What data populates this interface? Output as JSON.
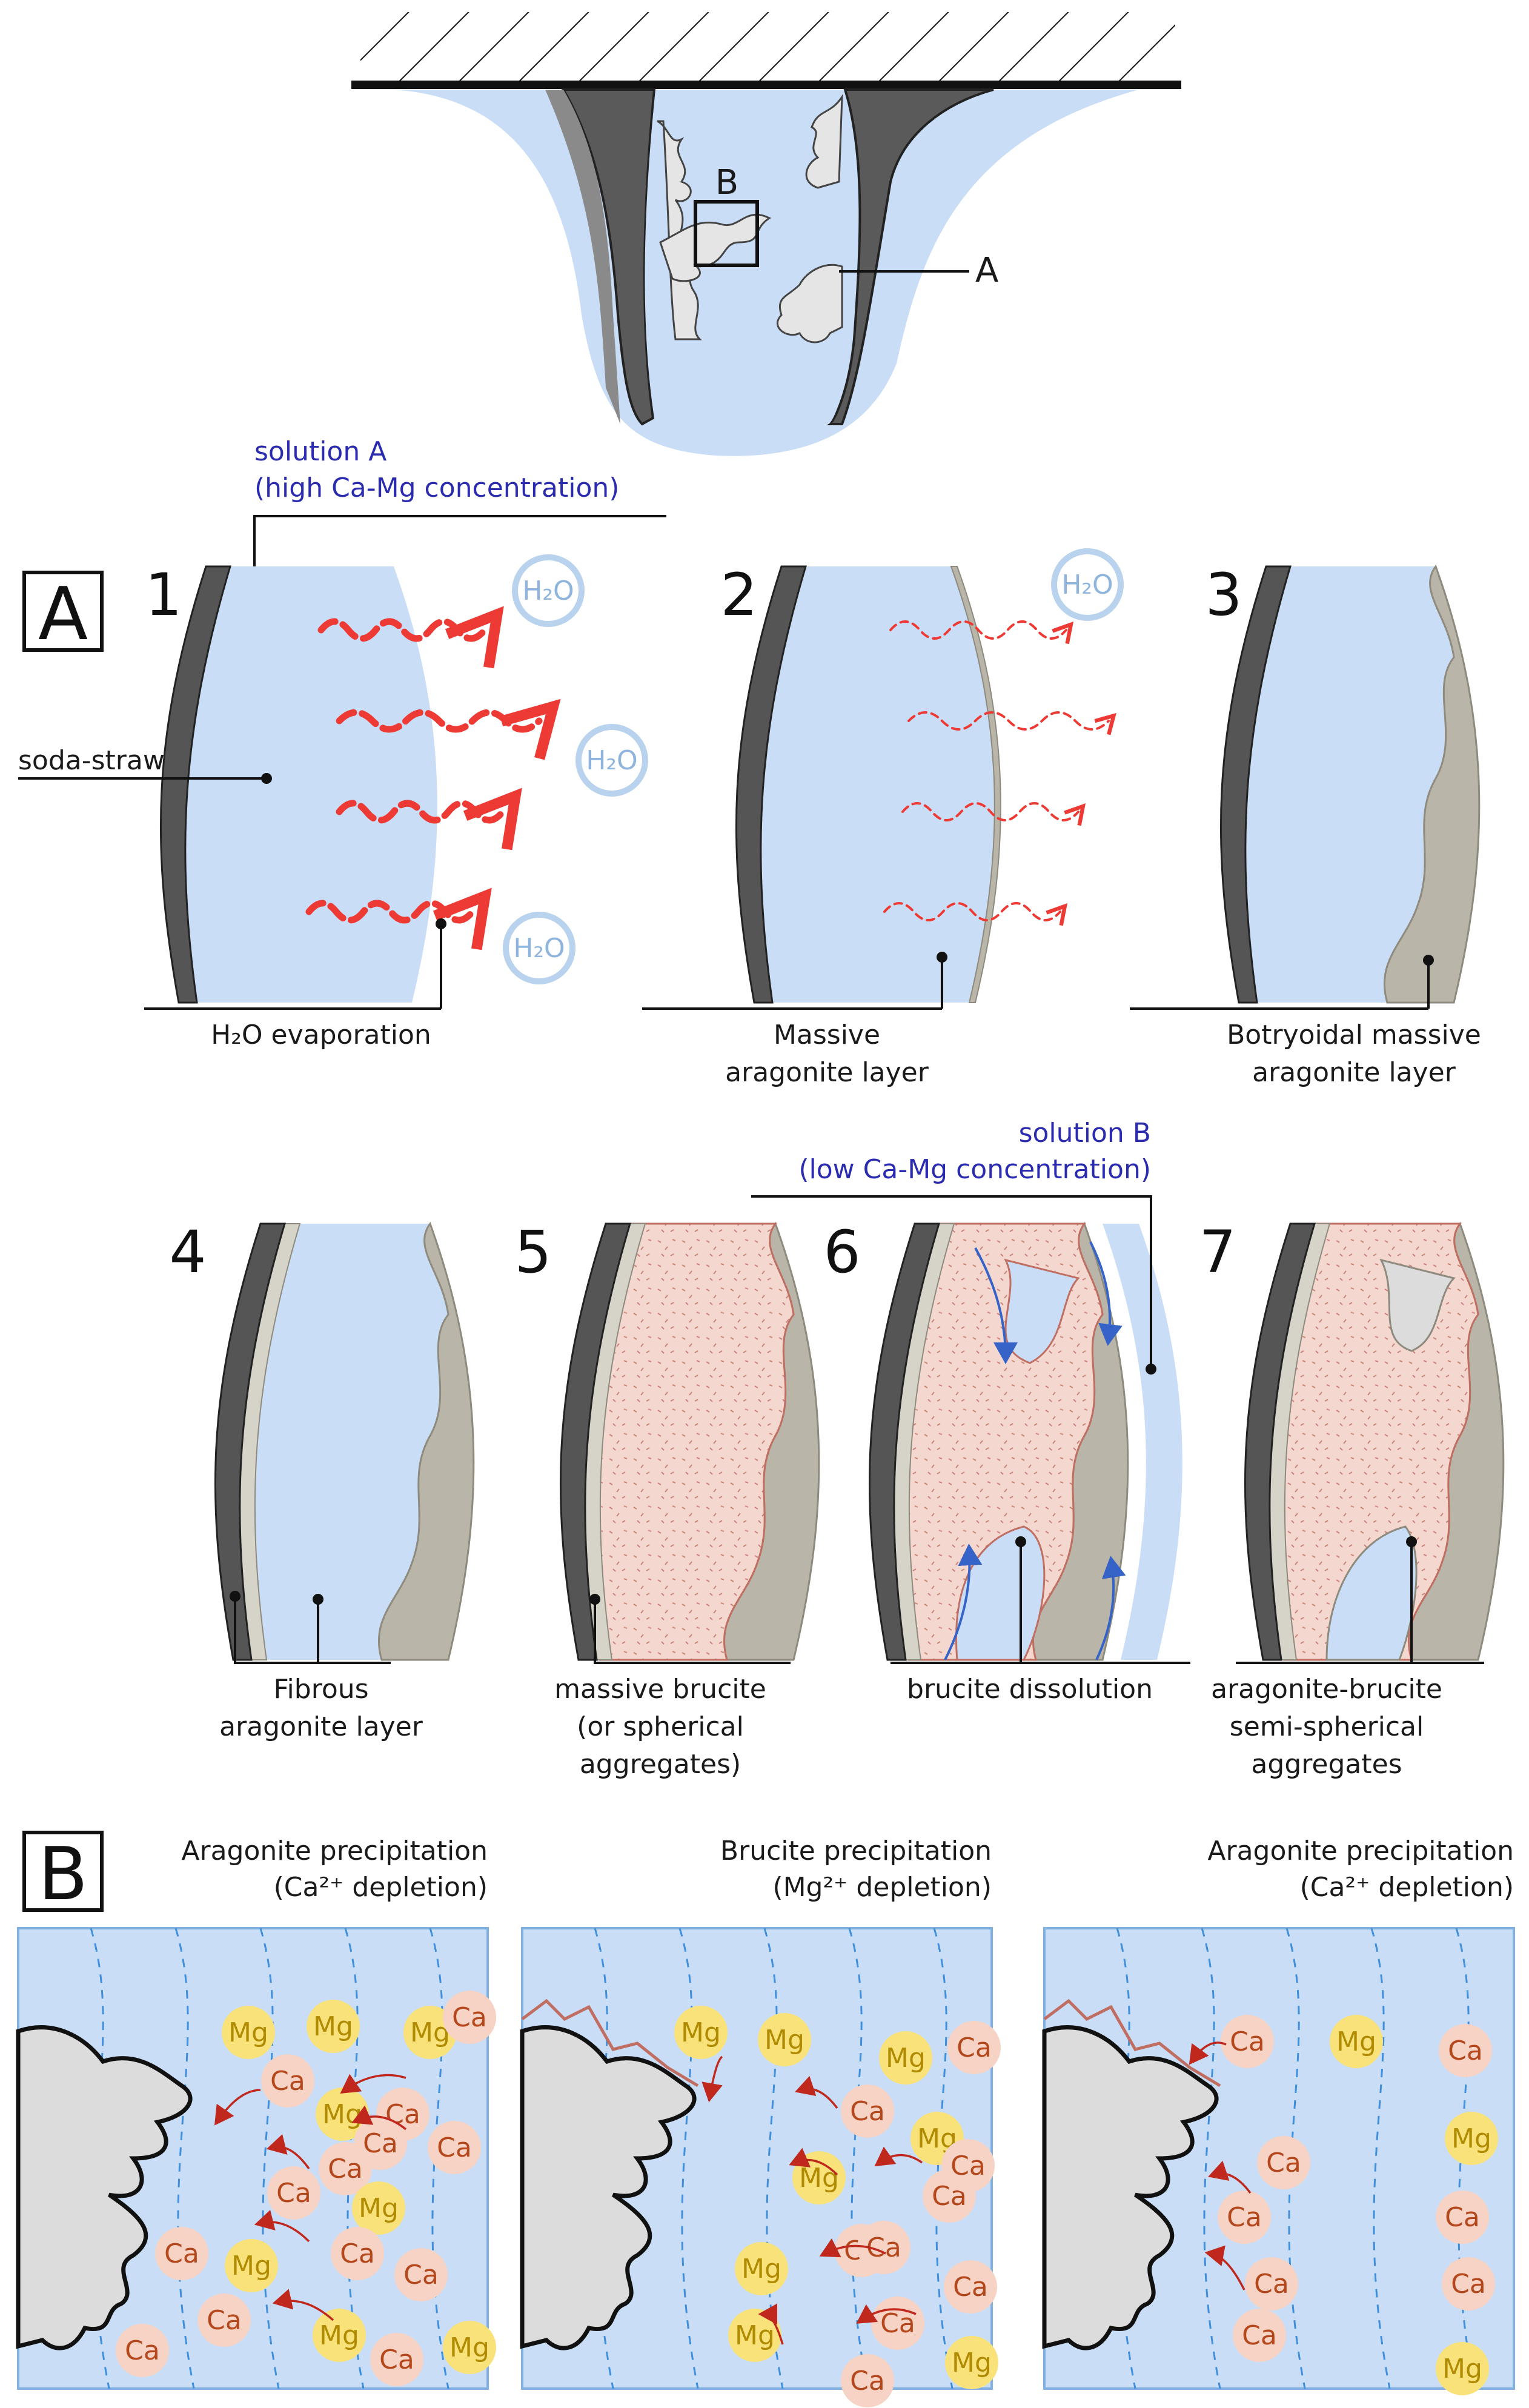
{
  "top": {
    "label_b": "B",
    "label_a": "A"
  },
  "section_a": {
    "box_label": "A",
    "solution_a": {
      "line1": "solution A",
      "line2": "(high Ca-Mg concentration)"
    },
    "solution_b": {
      "line1": "solution B",
      "line2": "(low Ca-Mg concentration)"
    },
    "water": "H₂O",
    "steps": [
      {
        "num": "1",
        "label": [
          "H₂O evaporation"
        ],
        "side_label": "soda-straw"
      },
      {
        "num": "2",
        "label": [
          "Massive",
          "aragonite layer"
        ]
      },
      {
        "num": "3",
        "label": [
          "Botryoidal massive",
          "aragonite layer"
        ]
      },
      {
        "num": "4",
        "label": [
          "Fibrous",
          "aragonite layer"
        ]
      },
      {
        "num": "5",
        "label": [
          "massive brucite",
          "(or spherical",
          "aggregates)"
        ]
      },
      {
        "num": "6",
        "label": [
          "brucite dissolution"
        ]
      },
      {
        "num": "7",
        "label": [
          "aragonite-brucite",
          "semi-spherical",
          "aggregates"
        ]
      }
    ]
  },
  "section_b": {
    "box_label": "B",
    "panels": [
      {
        "title": "Aragonite precipitation",
        "subtitle": "(Ca²⁺ depletion)"
      },
      {
        "title": "Brucite precipitation",
        "subtitle": "(Mg²⁺ depletion)"
      },
      {
        "title": "Aragonite precipitation",
        "subtitle": "(Ca²⁺ depletion)"
      }
    ],
    "ions": {
      "mg": "Mg",
      "ca": "Ca"
    }
  },
  "colors": {
    "solution": "#c9def6",
    "straw_dark": "#555555",
    "aragonite": "#b9b5a8",
    "brucite": "#f4d8cf",
    "evaporation": "#ee3a34",
    "mg_fill": "#f9e27a",
    "ca_fill": "#f6d3c4",
    "solution_label": "#2b2bb0"
  }
}
